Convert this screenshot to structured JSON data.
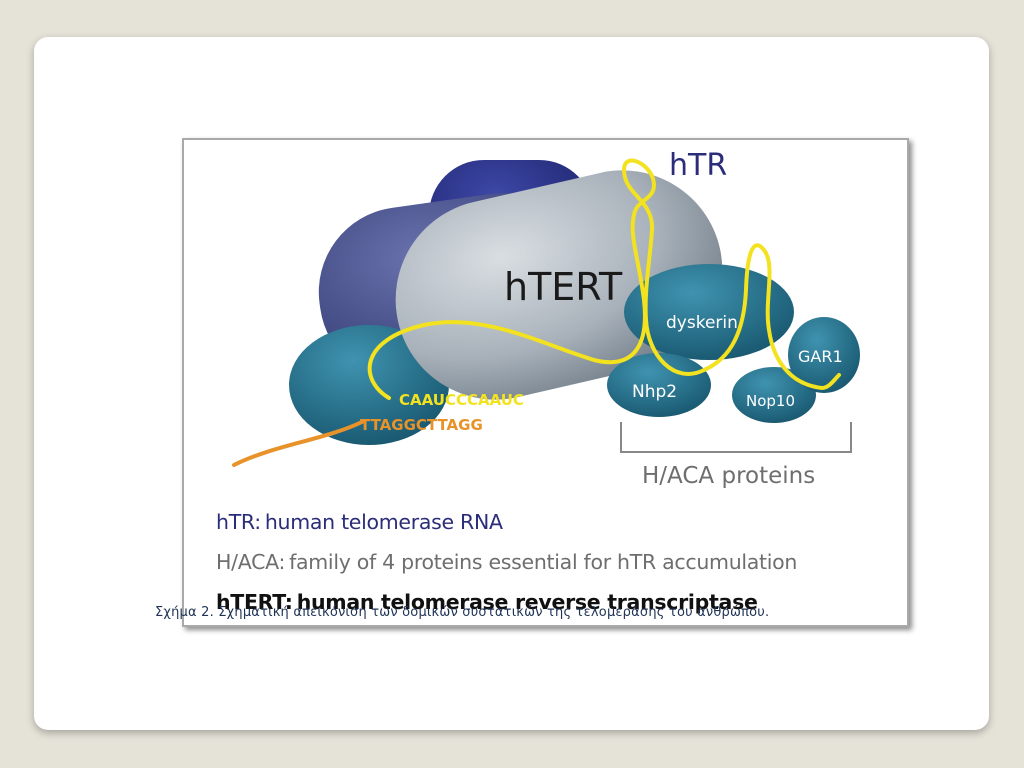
{
  "diagram": {
    "labels": {
      "htr": "hTR",
      "htert": "hTERT",
      "dyskerin": "dyskerin",
      "gar1": "GAR1",
      "nhp2": "Nhp2",
      "nop10": "Nop10",
      "template_rna": "CAAUCCCAAUC",
      "telomere_dna": "TTAGGCTTAGG",
      "haca_group": "H/ACA proteins"
    },
    "legend": [
      {
        "term": "hTR:",
        "definition": "human telomerase RNA"
      },
      {
        "term": "H/ACA:",
        "definition": "family of 4 proteins essential for hTR accumulation"
      },
      {
        "term": "hTERT:",
        "definition": "human telomerase reverse transcriptase"
      }
    ],
    "colors": {
      "htr_label": "#2b2d7a",
      "rna_strand": "#f2e21f",
      "dna_strand": "#e8922a",
      "protein_teal": "#1e6a86",
      "htert_body": "#a3adb6",
      "back_domain": "#3f4786",
      "dark_domain": "#252d80"
    }
  },
  "caption": "Σχήμα 2. Σχηματική απεικόνιση των δομικών συστατικών της τελομεράσης του ανθρώπου."
}
